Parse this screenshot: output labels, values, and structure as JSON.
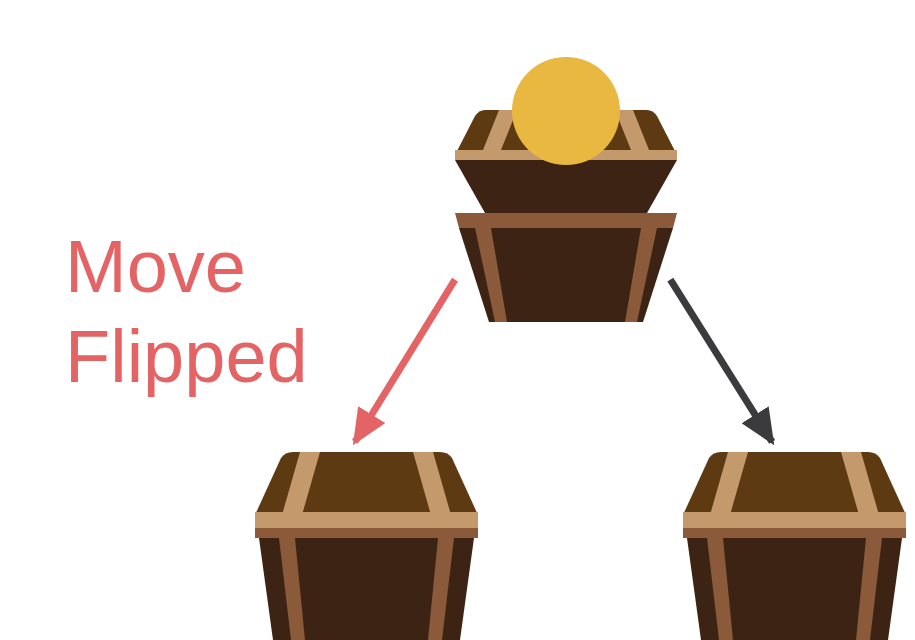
{
  "diagram": {
    "nodes": [
      {
        "text": []
      },
      {
        "text": []
      },
      {
        "text": []
      }
    ],
    "edges": [
      {
        "from": 0,
        "to": 1,
        "arrow": "to",
        "label": "Move Flipped"
      },
      {
        "from": 0,
        "to": 2,
        "arrow": "to"
      }
    ]
  }
}
